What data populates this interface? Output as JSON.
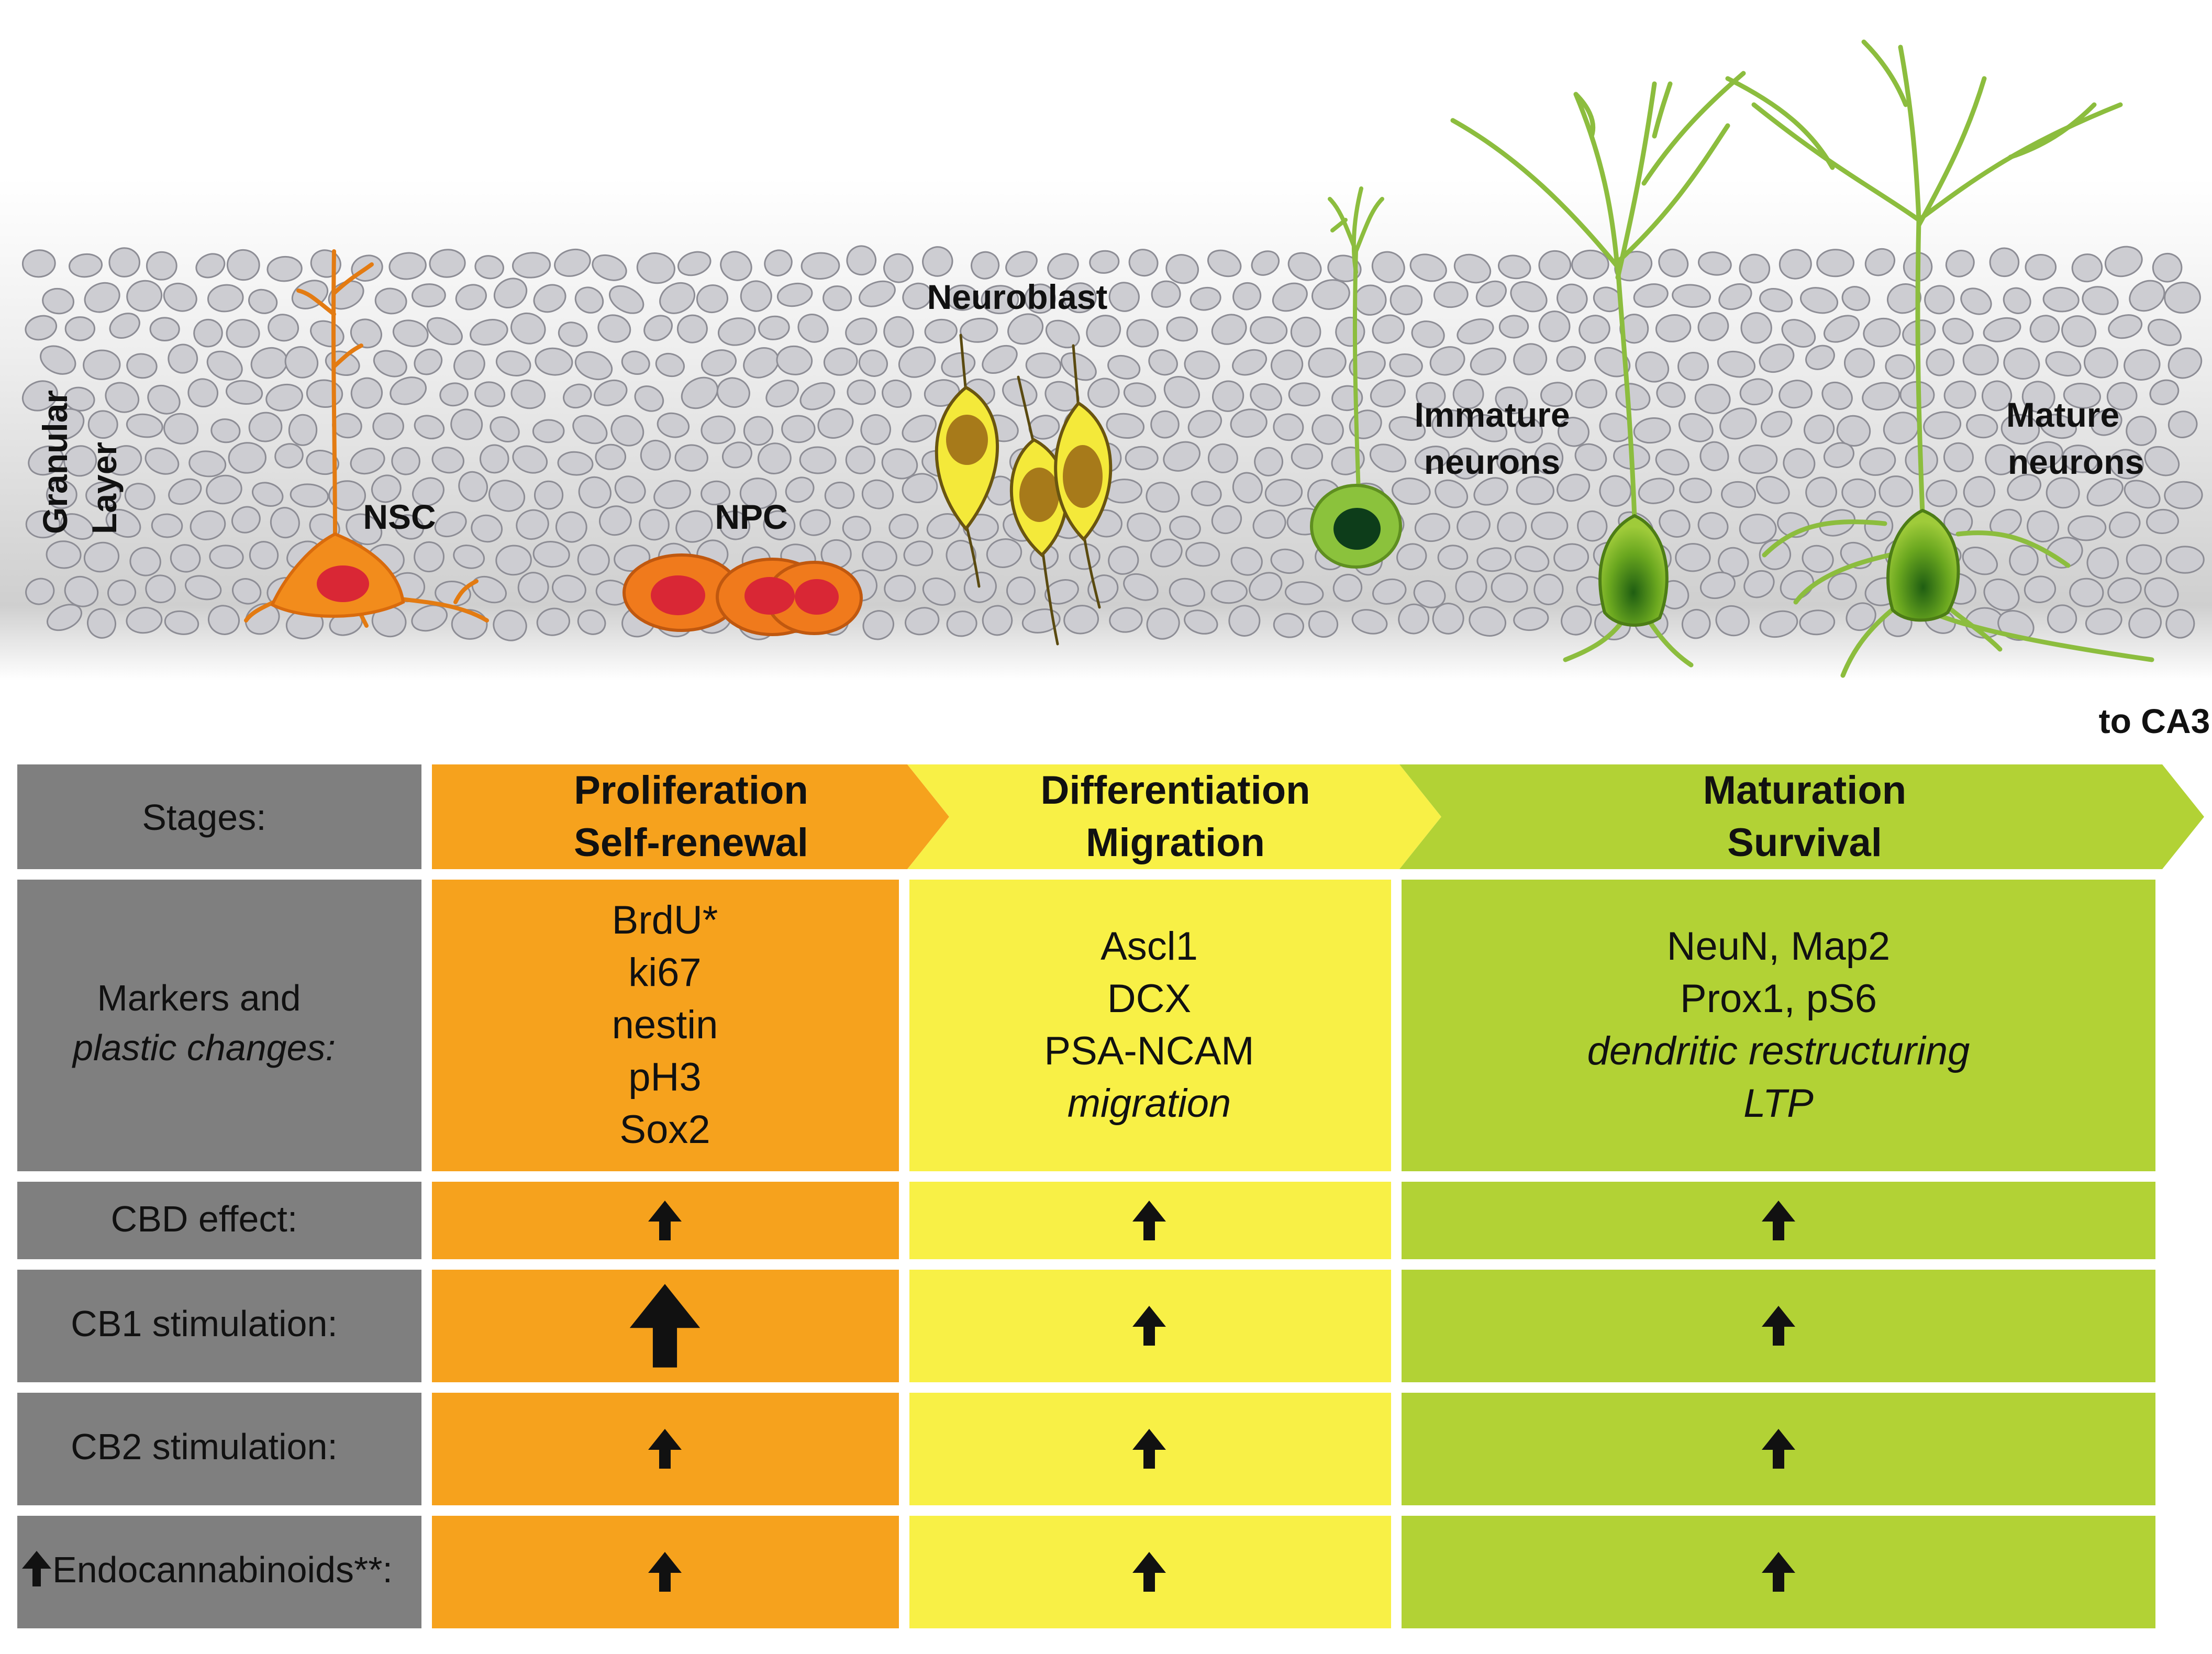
{
  "diagram": {
    "layer_label": [
      "Granular",
      "Layer"
    ],
    "cell_labels": {
      "nsc": "NSC",
      "npc": "NPC",
      "neuroblast": "Neuroblast",
      "immature": [
        "Immature",
        "neurons"
      ],
      "mature": [
        "Mature",
        "neurons"
      ],
      "to_ca3": "to CA3"
    }
  },
  "table": {
    "row_labels": {
      "stages": "Stages:",
      "markers": [
        "Markers and",
        "plastic changes:"
      ],
      "cbd": "CBD effect:",
      "cb1": "CB1 stimulation:",
      "cb2": "CB2 stimulation:",
      "endo": "Endocannabinoids**:"
    },
    "stages": [
      {
        "lines": [
          "Proliferation",
          "Self-renewal"
        ],
        "color": "#f6a21d"
      },
      {
        "lines": [
          "Differentiation",
          "Migration"
        ],
        "color": "#f8f046"
      },
      {
        "lines": [
          "Maturation",
          "Survival"
        ],
        "color": "#b2d235"
      }
    ],
    "markers": [
      {
        "plain": [
          "BrdU*",
          "ki67",
          "nestin",
          "pH3",
          "Sox2"
        ],
        "italic": []
      },
      {
        "plain": [
          "Ascl1",
          "DCX",
          "PSA-NCAM"
        ],
        "italic": [
          "migration"
        ]
      },
      {
        "plain": [
          "NeuN,  Map2",
          "Prox1, pS6"
        ],
        "italic": [
          "dendritic restructuring",
          "LTP"
        ]
      }
    ],
    "effects": {
      "cbd": [
        "up",
        "up",
        "up"
      ],
      "cb1": [
        "up-large",
        "up",
        "up"
      ],
      "cb2": [
        "up",
        "up",
        "up"
      ],
      "endo": [
        "up",
        "up",
        "up"
      ]
    },
    "grey_color": "#7f7f7f"
  }
}
